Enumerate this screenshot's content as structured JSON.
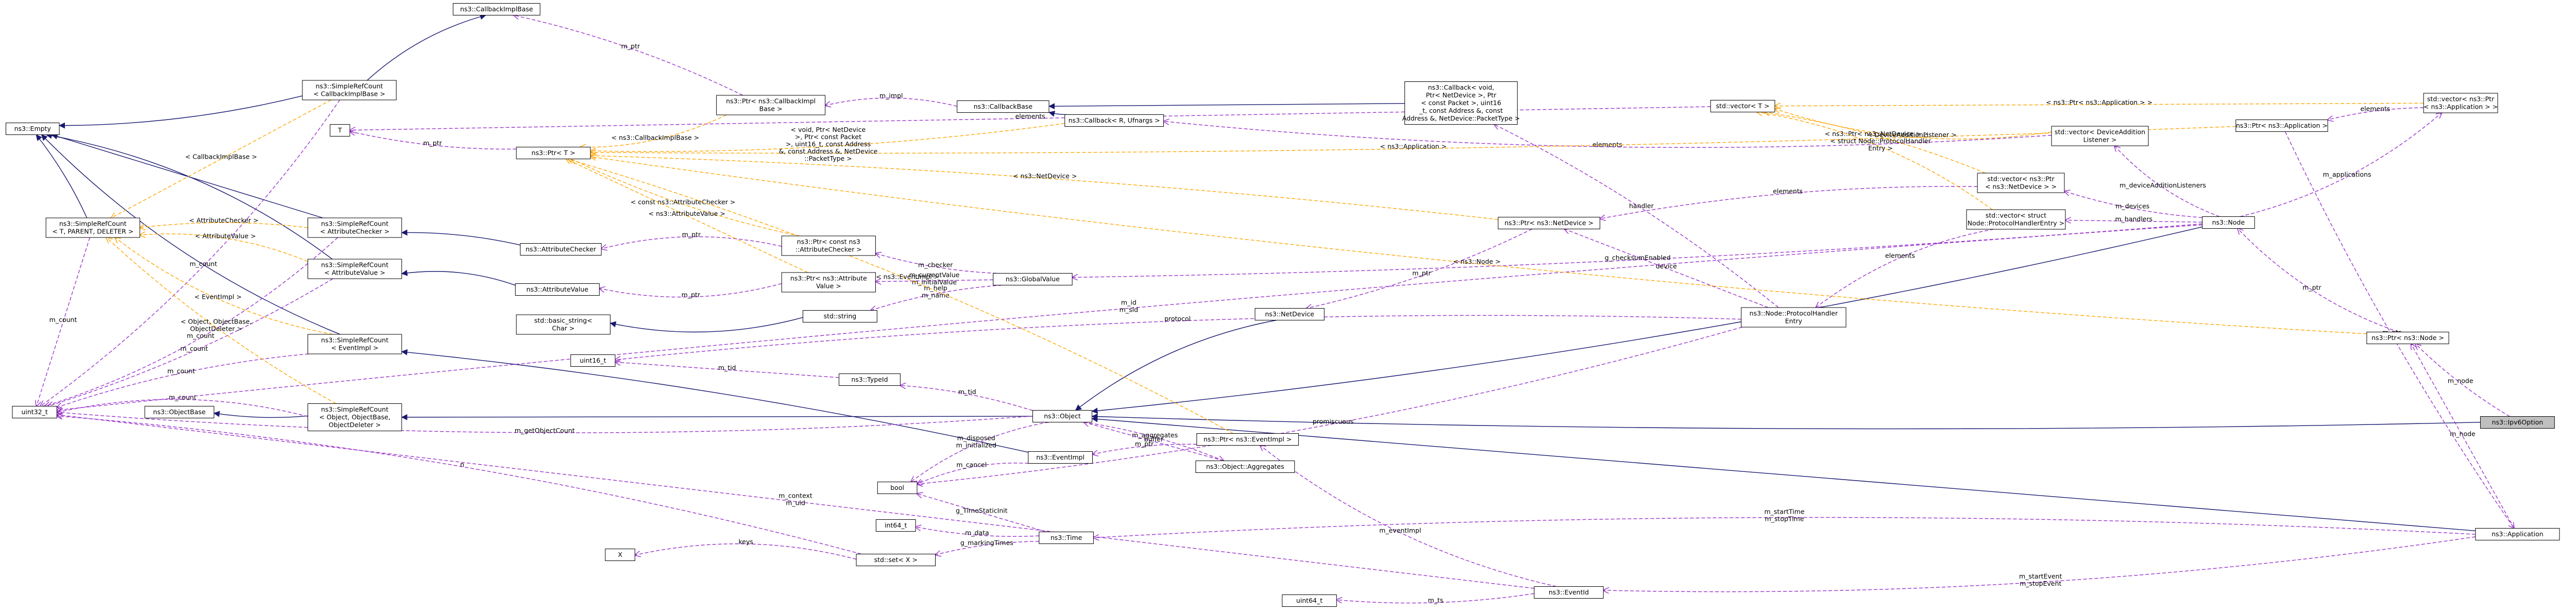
{
  "colors": {
    "inherit": "#191970",
    "usage": "#9a32cd",
    "template": "#ffa500",
    "node_fill": "#ffffff",
    "focus_fill": "#bfbfbf",
    "border": "#000000"
  },
  "nodes": [
    {
      "id": "callbackimplbase",
      "lines": [
        "ns3::CallbackImplBase"
      ]
    },
    {
      "id": "simplerefcount_cib",
      "lines": [
        "ns3::SimpleRefCount",
        "< CallbackImplBase >"
      ]
    },
    {
      "id": "empty",
      "lines": [
        "ns3::Empty"
      ]
    },
    {
      "id": "T",
      "lines": [
        "T"
      ]
    },
    {
      "id": "ptr_callbackimpl",
      "lines": [
        "ns3::Ptr< ns3::CallbackImpl",
        "Base >"
      ]
    },
    {
      "id": "callbackbase",
      "lines": [
        "ns3::CallbackBase"
      ]
    },
    {
      "id": "callback_r",
      "lines": [
        "ns3::Callback< R, Ufnargs >"
      ]
    },
    {
      "id": "callback_void",
      "lines": [
        "ns3::Callback< void,",
        "Ptr< NetDevice >, Ptr",
        "< const Packet >, uint16",
        "_t, const Address &, const",
        "Address &, NetDevice::PacketType >"
      ]
    },
    {
      "id": "vector_T",
      "lines": [
        "std::vector< T >"
      ]
    },
    {
      "id": "vector_ptr_app",
      "lines": [
        "std::vector< ns3::Ptr",
        "< ns3::Application > >"
      ]
    },
    {
      "id": "ptr_app",
      "lines": [
        "ns3::Ptr< ns3::Application >"
      ]
    },
    {
      "id": "ptr_T",
      "lines": [
        "ns3::Ptr< T >"
      ]
    },
    {
      "id": "vector_dal",
      "lines": [
        "std::vector< DeviceAddition",
        "Listener >"
      ]
    },
    {
      "id": "vector_ptr_nd",
      "lines": [
        "std::vector< ns3::Ptr",
        "< ns3::NetDevice > >"
      ]
    },
    {
      "id": "vector_phe",
      "lines": [
        "std::vector< struct",
        "Node::ProtocolHandlerEntry >"
      ]
    },
    {
      "id": "node",
      "lines": [
        "ns3::Node"
      ]
    },
    {
      "id": "simplerefcount_tpd",
      "lines": [
        "ns3::SimpleRefCount",
        "< T, PARENT, DELETER >"
      ]
    },
    {
      "id": "simplerefcount_ac",
      "lines": [
        "ns3::SimpleRefCount",
        "< AttributeChecker >"
      ]
    },
    {
      "id": "simplerefcount_av",
      "lines": [
        "ns3::SimpleRefCount",
        "< AttributeValue >"
      ]
    },
    {
      "id": "attributechecker",
      "lines": [
        "ns3::AttributeChecker"
      ]
    },
    {
      "id": "ptr_const_ac",
      "lines": [
        "ns3::Ptr< const ns3",
        "::AttributeChecker >"
      ]
    },
    {
      "id": "ptr_netdevice",
      "lines": [
        "ns3::Ptr< ns3::NetDevice >"
      ]
    },
    {
      "id": "attributevalue",
      "lines": [
        "ns3::AttributeValue"
      ]
    },
    {
      "id": "ptr_av",
      "lines": [
        "ns3::Ptr< ns3::Attribute",
        "Value >"
      ]
    },
    {
      "id": "globalvalue",
      "lines": [
        "ns3::GlobalValue"
      ]
    },
    {
      "id": "basic_string",
      "lines": [
        "std::basic_string<",
        "Char >"
      ]
    },
    {
      "id": "std_string",
      "lines": [
        "std::string"
      ]
    },
    {
      "id": "netdevice",
      "lines": [
        "ns3::NetDevice"
      ]
    },
    {
      "id": "phe",
      "lines": [
        "ns3::Node::ProtocolHandler",
        "Entry"
      ]
    },
    {
      "id": "ptr_node",
      "lines": [
        "ns3::Ptr< ns3::Node >"
      ]
    },
    {
      "id": "simplerefcount_ei",
      "lines": [
        "ns3::SimpleRefCount",
        "< EventImpl >"
      ]
    },
    {
      "id": "uint16",
      "lines": [
        "uint16_t"
      ]
    },
    {
      "id": "typeid",
      "lines": [
        "ns3::TypeId"
      ]
    },
    {
      "id": "uint32",
      "lines": [
        "uint32_t"
      ]
    },
    {
      "id": "objectbase",
      "lines": [
        "ns3::ObjectBase"
      ]
    },
    {
      "id": "simplerefcount_obj",
      "lines": [
        "ns3::SimpleRefCount",
        "< Object, ObjectBase,",
        "ObjectDeleter >"
      ]
    },
    {
      "id": "object",
      "lines": [
        "ns3::Object"
      ]
    },
    {
      "id": "ptr_eventimpl",
      "lines": [
        "ns3::Ptr< ns3::EventImpl >"
      ]
    },
    {
      "id": "ipv6option",
      "lines": [
        "ns3::Ipv6Option"
      ],
      "focus": true
    },
    {
      "id": "eventimpl",
      "lines": [
        "ns3::EventImpl"
      ]
    },
    {
      "id": "aggregates",
      "lines": [
        "ns3::Object::Aggregates"
      ]
    },
    {
      "id": "bool",
      "lines": [
        "bool"
      ]
    },
    {
      "id": "application",
      "lines": [
        "ns3::Application"
      ]
    },
    {
      "id": "int64",
      "lines": [
        "int64_t"
      ]
    },
    {
      "id": "time",
      "lines": [
        "ns3::Time"
      ]
    },
    {
      "id": "X",
      "lines": [
        "X"
      ]
    },
    {
      "id": "std_set",
      "lines": [
        "std::set< X >"
      ]
    },
    {
      "id": "eventid",
      "lines": [
        "ns3::EventId"
      ]
    },
    {
      "id": "uint64",
      "lines": [
        "uint64_t"
      ]
    }
  ],
  "edges": [
    {
      "id": "e1",
      "kind": "inherit",
      "from": "simplerefcount_cib",
      "to": "callbackimplbase"
    },
    {
      "id": "e2",
      "kind": "inherit",
      "from": "simplerefcount_cib",
      "to": "empty"
    },
    {
      "id": "e3",
      "kind": "inherit",
      "from": "simplerefcount_ac",
      "to": "empty"
    },
    {
      "id": "e4",
      "kind": "inherit",
      "from": "simplerefcount_tpd",
      "to": "empty"
    },
    {
      "id": "e5",
      "kind": "inherit",
      "from": "simplerefcount_av",
      "to": "empty"
    },
    {
      "id": "e6",
      "kind": "inherit",
      "from": "simplerefcount_ei",
      "to": "empty"
    },
    {
      "id": "e7",
      "kind": "inherit",
      "from": "callback_r",
      "to": "callbackbase"
    },
    {
      "id": "e8",
      "kind": "inherit",
      "from": "callback_void",
      "to": "callbackbase"
    },
    {
      "id": "e9",
      "kind": "inherit",
      "from": "attributechecker",
      "to": "simplerefcount_ac"
    },
    {
      "id": "e10",
      "kind": "inherit",
      "from": "attributevalue",
      "to": "simplerefcount_av"
    },
    {
      "id": "e11",
      "kind": "inherit",
      "from": "std_string",
      "to": "basic_string"
    },
    {
      "id": "e12",
      "kind": "inherit",
      "from": "simplerefcount_obj",
      "to": "objectbase"
    },
    {
      "id": "e13",
      "kind": "inherit",
      "from": "object",
      "to": "simplerefcount_obj"
    },
    {
      "id": "e14",
      "kind": "inherit",
      "from": "eventimpl",
      "to": "simplerefcount_ei"
    },
    {
      "id": "e15",
      "kind": "inherit",
      "from": "netdevice",
      "to": "object"
    },
    {
      "id": "e16",
      "kind": "inherit",
      "from": "node",
      "to": "object"
    },
    {
      "id": "e17",
      "kind": "inherit",
      "from": "ipv6option",
      "to": "object"
    },
    {
      "id": "e18",
      "kind": "inherit",
      "from": "application",
      "to": "object"
    },
    {
      "id": "u1",
      "kind": "usage",
      "from": "ptr_callbackimpl",
      "to": "callbackimplbase",
      "label": "m_ptr"
    },
    {
      "id": "u2",
      "kind": "usage",
      "from": "callbackbase",
      "to": "ptr_callbackimpl",
      "label": "m_impl"
    },
    {
      "id": "u3",
      "kind": "usage",
      "from": "simplerefcount_cib",
      "to": "uint32",
      "label": "m_count"
    },
    {
      "id": "u4",
      "kind": "usage",
      "from": "ptr_T",
      "to": "T",
      "label": "m_ptr"
    },
    {
      "id": "u5",
      "kind": "usage",
      "from": "vector_T",
      "to": "T",
      "label": "elements"
    },
    {
      "id": "u6",
      "kind": "usage",
      "from": "vector_ptr_app",
      "to": "ptr_app",
      "label": "elements"
    },
    {
      "id": "u7",
      "kind": "usage",
      "from": "node",
      "to": "vector_ptr_app",
      "label": "m_applications"
    },
    {
      "id": "u8",
      "kind": "usage",
      "from": "node",
      "to": "vector_dal",
      "label": "m_deviceAdditionListeners"
    },
    {
      "id": "u9",
      "kind": "usage",
      "from": "node",
      "to": "vector_ptr_nd",
      "label": "m_devices"
    },
    {
      "id": "u10",
      "kind": "usage",
      "from": "node",
      "to": "vector_phe",
      "label": "m_handlers"
    },
    {
      "id": "u11",
      "kind": "usage",
      "from": "vector_ptr_nd",
      "to": "ptr_netdevice",
      "label": "elements"
    },
    {
      "id": "u12",
      "kind": "usage",
      "from": "vector_phe",
      "to": "phe",
      "label": "elements"
    },
    {
      "id": "u13",
      "kind": "usage",
      "from": "vector_dal",
      "to": "callback_r",
      "label": "elements"
    },
    {
      "id": "u14",
      "kind": "usage",
      "from": "ptr_netdevice",
      "to": "netdevice",
      "label": "m_ptr"
    },
    {
      "id": "u15",
      "kind": "usage",
      "from": "phe",
      "to": "ptr_netdevice",
      "label": "device"
    },
    {
      "id": "u16",
      "kind": "usage",
      "from": "phe",
      "to": "callback_void",
      "label": "handler"
    },
    {
      "id": "u17",
      "kind": "usage",
      "from": "phe",
      "to": "uint16",
      "label": "protocol"
    },
    {
      "id": "u18",
      "kind": "usage",
      "from": "phe",
      "to": "bool",
      "label": "promiscuous"
    },
    {
      "id": "u19",
      "kind": "usage",
      "from": "globalvalue",
      "to": "ptr_const_ac",
      "label": "m_checker"
    },
    {
      "id": "u20",
      "kind": "usage",
      "from": "globalvalue",
      "to": "ptr_av",
      "label": "m_currentValue\nm_initialValue"
    },
    {
      "id": "u21",
      "kind": "usage",
      "from": "globalvalue",
      "to": "std_string",
      "label": "m_help\nm_name"
    },
    {
      "id": "u22",
      "kind": "usage",
      "from": "ptr_const_ac",
      "to": "attributechecker",
      "label": "m_ptr"
    },
    {
      "id": "u23",
      "kind": "usage",
      "from": "ptr_av",
      "to": "attributevalue",
      "label": "m_ptr"
    },
    {
      "id": "u24",
      "kind": "usage",
      "from": "node",
      "to": "globalvalue",
      "label": "g_checksumEnabled"
    },
    {
      "id": "u25",
      "kind": "usage",
      "from": "typeid",
      "to": "uint16",
      "label": "m_tid"
    },
    {
      "id": "u26",
      "kind": "usage",
      "from": "object",
      "to": "typeid",
      "label": "m_tid"
    },
    {
      "id": "u27",
      "kind": "usage",
      "from": "object",
      "to": "bool",
      "label": "m_disposed\nm_initialized"
    },
    {
      "id": "u28",
      "kind": "usage",
      "from": "object",
      "to": "uint32",
      "label": "m_getObjectCount"
    },
    {
      "id": "u29",
      "kind": "usage",
      "from": "object",
      "to": "aggregates",
      "label": "m_aggregates"
    },
    {
      "id": "u30",
      "kind": "usage",
      "from": "aggregates",
      "to": "object",
      "label": "buffer"
    },
    {
      "id": "u31",
      "kind": "usage",
      "from": "ptr_eventimpl",
      "to": "eventimpl",
      "label": "m_ptr"
    },
    {
      "id": "u32",
      "kind": "usage",
      "from": "eventimpl",
      "to": "bool",
      "label": "m_cancel"
    },
    {
      "id": "u33",
      "kind": "usage",
      "from": "simplerefcount_ac",
      "to": "uint32",
      "label": "m_count"
    },
    {
      "id": "u34",
      "kind": "usage",
      "from": "simplerefcount_av",
      "to": "uint32",
      "label": "m_count"
    },
    {
      "id": "u35",
      "kind": "usage",
      "from": "simplerefcount_tpd",
      "to": "uint32",
      "label": "m_count"
    },
    {
      "id": "u36",
      "kind": "usage",
      "from": "simplerefcount_ei",
      "to": "uint32",
      "label": "m_count"
    },
    {
      "id": "u37",
      "kind": "usage",
      "from": "simplerefcount_obj",
      "to": "uint32",
      "label": "m_count"
    },
    {
      "id": "u38",
      "kind": "usage",
      "from": "ptr_node",
      "to": "node",
      "label": "m_ptr"
    },
    {
      "id": "u39",
      "kind": "usage",
      "from": "ipv6option",
      "to": "ptr_node",
      "label": "m_node"
    },
    {
      "id": "u40",
      "kind": "usage",
      "from": "application",
      "to": "ptr_node",
      "label": "m_node"
    },
    {
      "id": "u41",
      "kind": "usage",
      "from": "ptr_app",
      "to": "application",
      "label": "m_ptr"
    },
    {
      "id": "u42",
      "kind": "usage",
      "from": "application",
      "to": "time",
      "label": "m_startTime\nm_stopTime"
    },
    {
      "id": "u43",
      "kind": "usage",
      "from": "application",
      "to": "eventid",
      "label": "m_startEvent\nm_stopEvent"
    },
    {
      "id": "u44",
      "kind": "usage",
      "from": "time",
      "to": "int64",
      "label": "m_data"
    },
    {
      "id": "u45",
      "kind": "usage",
      "from": "time",
      "to": "bool",
      "label": "g_TimeStaticInit"
    },
    {
      "id": "u46",
      "kind": "usage",
      "from": "time",
      "to": "std_set",
      "label": "g_markingTimes"
    },
    {
      "id": "u47",
      "kind": "usage",
      "from": "std_set",
      "to": "X",
      "label": "keys"
    },
    {
      "id": "u48",
      "kind": "usage",
      "from": "eventid",
      "to": "ptr_eventimpl",
      "label": "m_eventImpl"
    },
    {
      "id": "u49",
      "kind": "usage",
      "from": "eventid",
      "to": "uint64",
      "label": "m_ts"
    },
    {
      "id": "u50",
      "kind": "usage",
      "from": "eventid",
      "to": "uint32",
      "label": "m_context\nm_uid"
    },
    {
      "id": "u51",
      "kind": "usage",
      "from": "node",
      "to": "uint32",
      "label": "m_id\nm_sid"
    },
    {
      "id": "u52",
      "kind": "usage",
      "from": "std_set",
      "to": "uint32",
      "label": "n"
    },
    {
      "id": "t1",
      "kind": "template",
      "from": "ptr_callbackimpl",
      "to": "ptr_T",
      "label": "< ns3::CallbackImplBase >"
    },
    {
      "id": "t2",
      "kind": "template",
      "from": "ptr_const_ac",
      "to": "ptr_T",
      "label": "< const ns3::AttributeChecker >"
    },
    {
      "id": "t3",
      "kind": "template",
      "from": "ptr_av",
      "to": "ptr_T",
      "label": "< ns3::AttributeValue >"
    },
    {
      "id": "t4",
      "kind": "template",
      "from": "ptr_netdevice",
      "to": "ptr_T",
      "label": "< ns3::NetDevice >"
    },
    {
      "id": "t5",
      "kind": "template",
      "from": "ptr_eventimpl",
      "to": "ptr_T",
      "label": "< ns3::EventImpl >"
    },
    {
      "id": "t6",
      "kind": "template",
      "from": "ptr_node",
      "to": "ptr_T",
      "label": "< ns3::Node >"
    },
    {
      "id": "t7",
      "kind": "template",
      "from": "ptr_app",
      "to": "ptr_T",
      "label": "< ns3::Application >"
    },
    {
      "id": "t8",
      "kind": "template",
      "from": "vector_ptr_app",
      "to": "vector_T",
      "label": "< ns3::Ptr< ns3::Application > >"
    },
    {
      "id": "t9",
      "kind": "template",
      "from": "vector_ptr_nd",
      "to": "vector_T",
      "label": "< ns3::Ptr< ns3::NetDevice > >"
    },
    {
      "id": "t10",
      "kind": "template",
      "from": "vector_phe",
      "to": "vector_T",
      "label": "< struct Node::ProtocolHandler\nEntry >"
    },
    {
      "id": "t11",
      "kind": "template",
      "from": "vector_dal",
      "to": "vector_T",
      "label": "< DeviceAdditionListener >"
    },
    {
      "id": "t12",
      "kind": "template",
      "from": "callback_r",
      "to": "ptr_T",
      "label": "< void, Ptr< NetDevice\n>, Ptr< const Packet\n>, uint16_t, const Address\n&, const Address &, NetDevice\n::PacketType >"
    },
    {
      "id": "t13",
      "kind": "template",
      "from": "simplerefcount_cib",
      "to": "simplerefcount_tpd",
      "label": "< CallbackImplBase >"
    },
    {
      "id": "t14",
      "kind": "template",
      "from": "simplerefcount_ac",
      "to": "simplerefcount_tpd",
      "label": "< AttributeChecker >"
    },
    {
      "id": "t15",
      "kind": "template",
      "from": "simplerefcount_av",
      "to": "simplerefcount_tpd",
      "label": "< AttributeValue >"
    },
    {
      "id": "t16",
      "kind": "template",
      "from": "simplerefcount_ei",
      "to": "simplerefcount_tpd",
      "label": "< EventImpl >"
    },
    {
      "id": "t17",
      "kind": "template",
      "from": "simplerefcount_obj",
      "to": "simplerefcount_tpd",
      "label": "< Object, ObjectBase,\nObjectDeleter >"
    }
  ]
}
